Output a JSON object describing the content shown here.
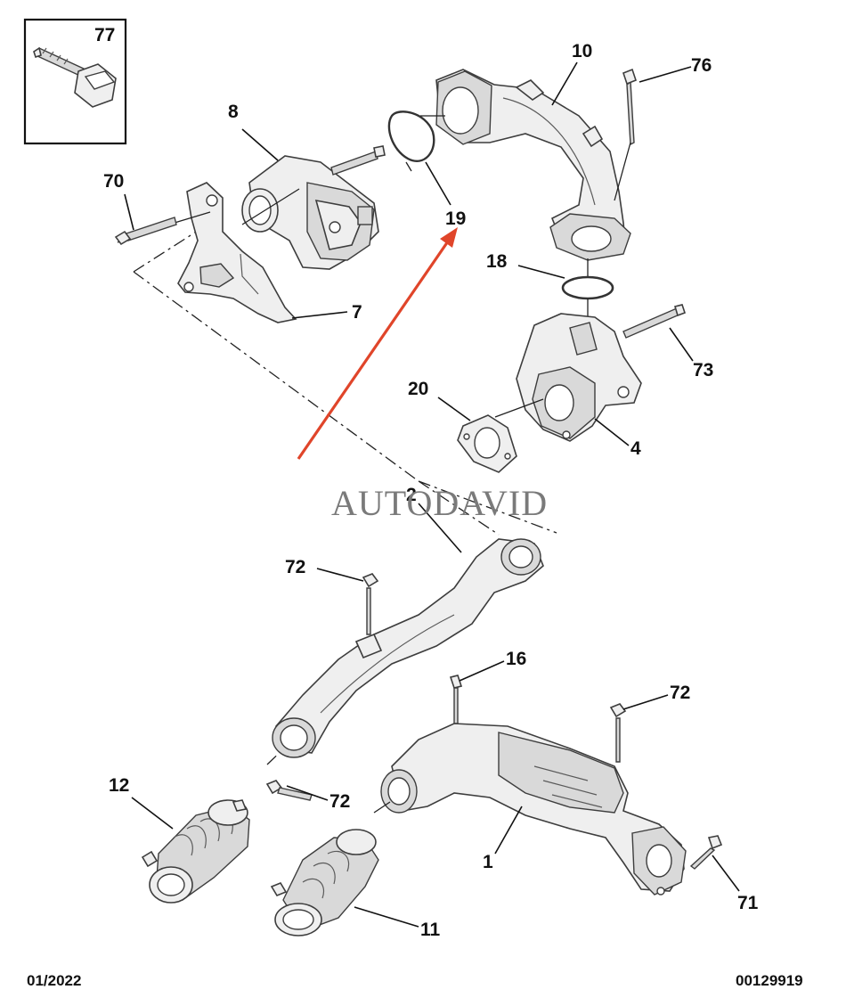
{
  "callouts": {
    "p77": "77",
    "p8": "8",
    "p10": "10",
    "p76": "76",
    "p70": "70",
    "p19": "19",
    "p18": "18",
    "p7": "7",
    "p73": "73",
    "p20": "20",
    "p4": "4",
    "p2": "2",
    "p72a": "72",
    "p16": "16",
    "p72b": "72",
    "p12": "12",
    "p72c": "72",
    "p1": "1",
    "p71": "71",
    "p11": "11"
  },
  "footer": {
    "date": "01/2022",
    "ref": "00129919"
  },
  "watermark": "AUTODAVID",
  "colors": {
    "arrow": "#e0452a",
    "ink": "#111111",
    "part_fill": "#efefef"
  }
}
